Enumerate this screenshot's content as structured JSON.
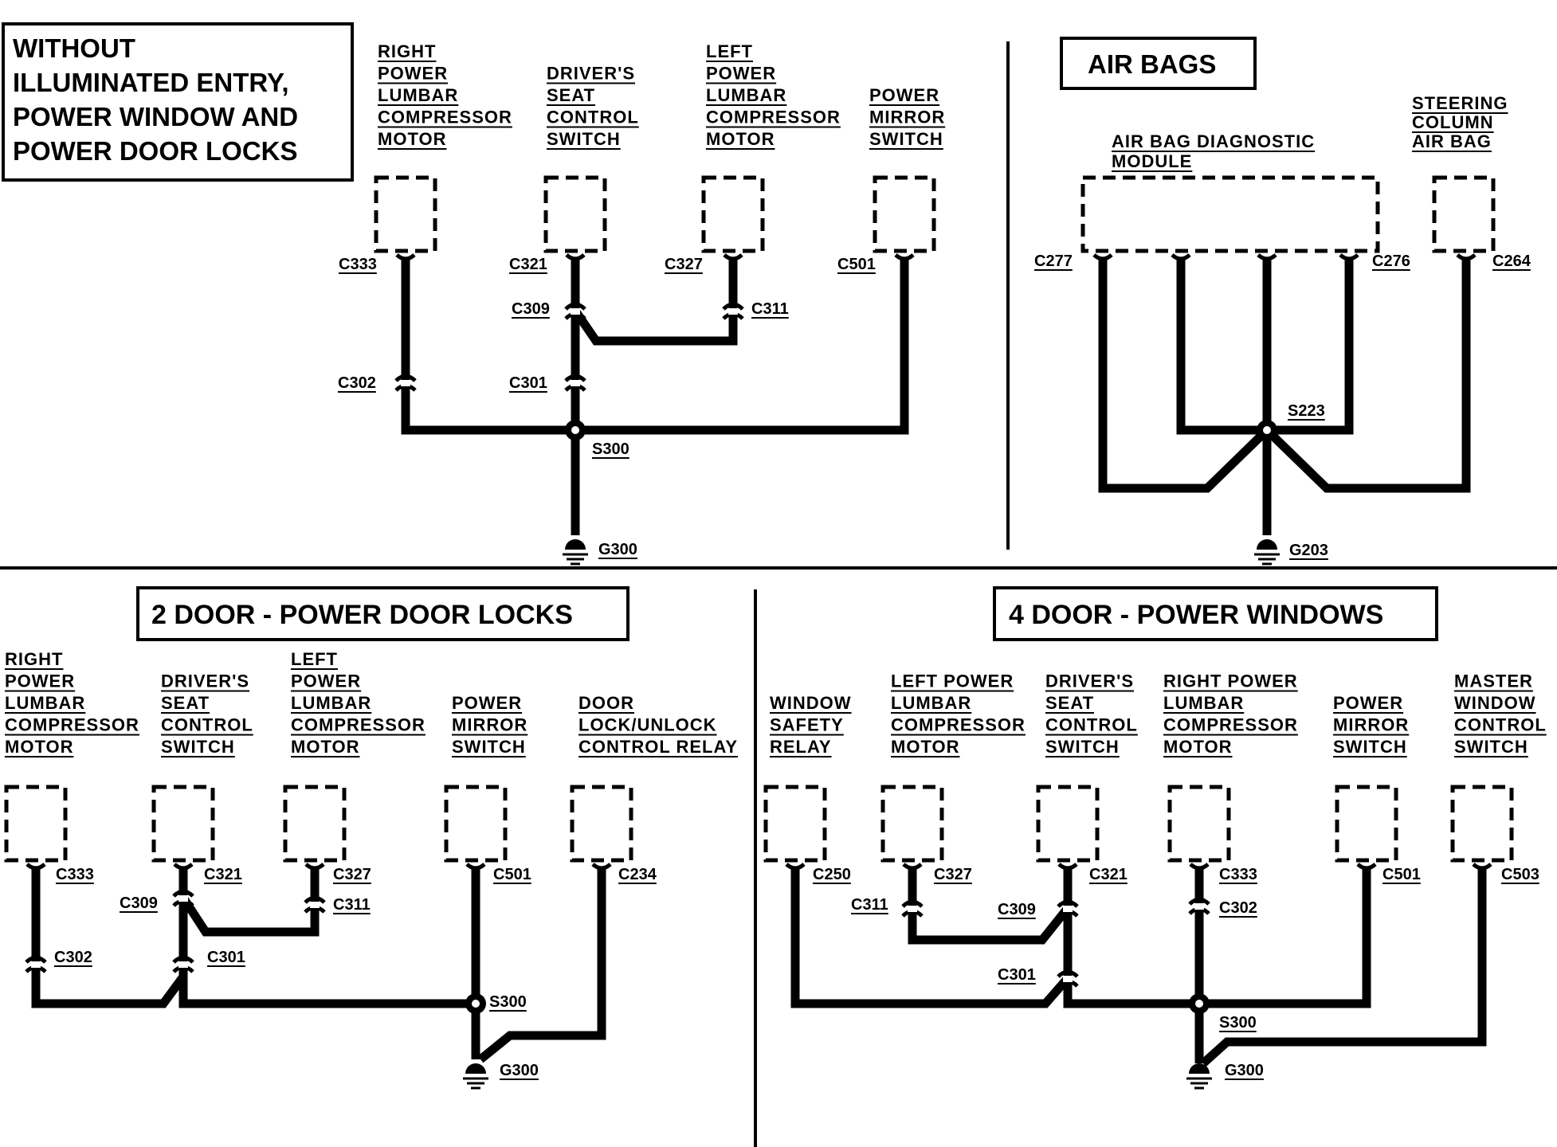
{
  "sections": {
    "top_left": {
      "title": [
        "WITHOUT",
        "ILLUMINATED ENTRY,",
        "POWER WINDOW AND",
        "POWER DOOR LOCKS"
      ],
      "components": [
        {
          "lines": [
            "RIGHT",
            "POWER",
            "LUMBAR",
            "COMPRESSOR",
            "MOTOR"
          ],
          "connector": "C333"
        },
        {
          "lines": [
            "DRIVER'S",
            "SEAT",
            "CONTROL",
            "SWITCH"
          ],
          "connector": "C321"
        },
        {
          "lines": [
            "LEFT",
            "POWER",
            "LUMBAR",
            "COMPRESSOR",
            "MOTOR"
          ],
          "connector": "C327"
        },
        {
          "lines": [
            "POWER",
            "MIRROR",
            "SWITCH"
          ],
          "connector": "C501"
        }
      ],
      "inline": [
        "C309",
        "C311",
        "C302",
        "C301"
      ],
      "splice": "S300",
      "ground": "G300"
    },
    "top_right": {
      "title": "AIR BAGS",
      "components": [
        {
          "lines": [
            "AIR BAG DIAGNOSTIC",
            "MODULE"
          ],
          "connectors": [
            "C277",
            "C276"
          ]
        },
        {
          "lines": [
            "STEERING",
            "COLUMN",
            "AIR BAG"
          ],
          "connector": "C264"
        }
      ],
      "splice": "S223",
      "ground": "G203"
    },
    "bottom_left": {
      "title": "2 DOOR - POWER DOOR LOCKS",
      "components": [
        {
          "lines": [
            "RIGHT",
            "POWER",
            "LUMBAR",
            "COMPRESSOR",
            "MOTOR"
          ],
          "connector": "C333"
        },
        {
          "lines": [
            "DRIVER'S",
            "SEAT",
            "CONTROL",
            "SWITCH"
          ],
          "connector": "C321"
        },
        {
          "lines": [
            "LEFT",
            "POWER",
            "LUMBAR",
            "COMPRESSOR",
            "MOTOR"
          ],
          "connector": "C327"
        },
        {
          "lines": [
            "POWER",
            "MIRROR",
            "SWITCH"
          ],
          "connector": "C501"
        },
        {
          "lines": [
            "DOOR",
            "LOCK/UNLOCK",
            "CONTROL RELAY"
          ],
          "connector": "C234"
        }
      ],
      "inline": [
        "C309",
        "C311",
        "C302",
        "C301"
      ],
      "splice": "S300",
      "ground": "G300"
    },
    "bottom_right": {
      "title": "4 DOOR - POWER WINDOWS",
      "components": [
        {
          "lines": [
            "WINDOW",
            "SAFETY",
            "RELAY"
          ],
          "connector": "C250"
        },
        {
          "lines": [
            "LEFT POWER",
            "LUMBAR",
            "COMPRESSOR",
            "MOTOR"
          ],
          "connector": "C327"
        },
        {
          "lines": [
            "DRIVER'S",
            "SEAT",
            "CONTROL",
            "SWITCH"
          ],
          "connector": "C321"
        },
        {
          "lines": [
            "RIGHT POWER",
            "LUMBAR",
            "COMPRESSOR",
            "MOTOR"
          ],
          "connector": "C333"
        },
        {
          "lines": [
            "POWER",
            "MIRROR",
            "SWITCH"
          ],
          "connector": "C501"
        },
        {
          "lines": [
            "MASTER",
            "WINDOW",
            "CONTROL",
            "SWITCH"
          ],
          "connector": "C503"
        }
      ],
      "inline": [
        "C311",
        "C309",
        "C302",
        "C301"
      ],
      "splice": "S300",
      "ground": "G300"
    }
  }
}
